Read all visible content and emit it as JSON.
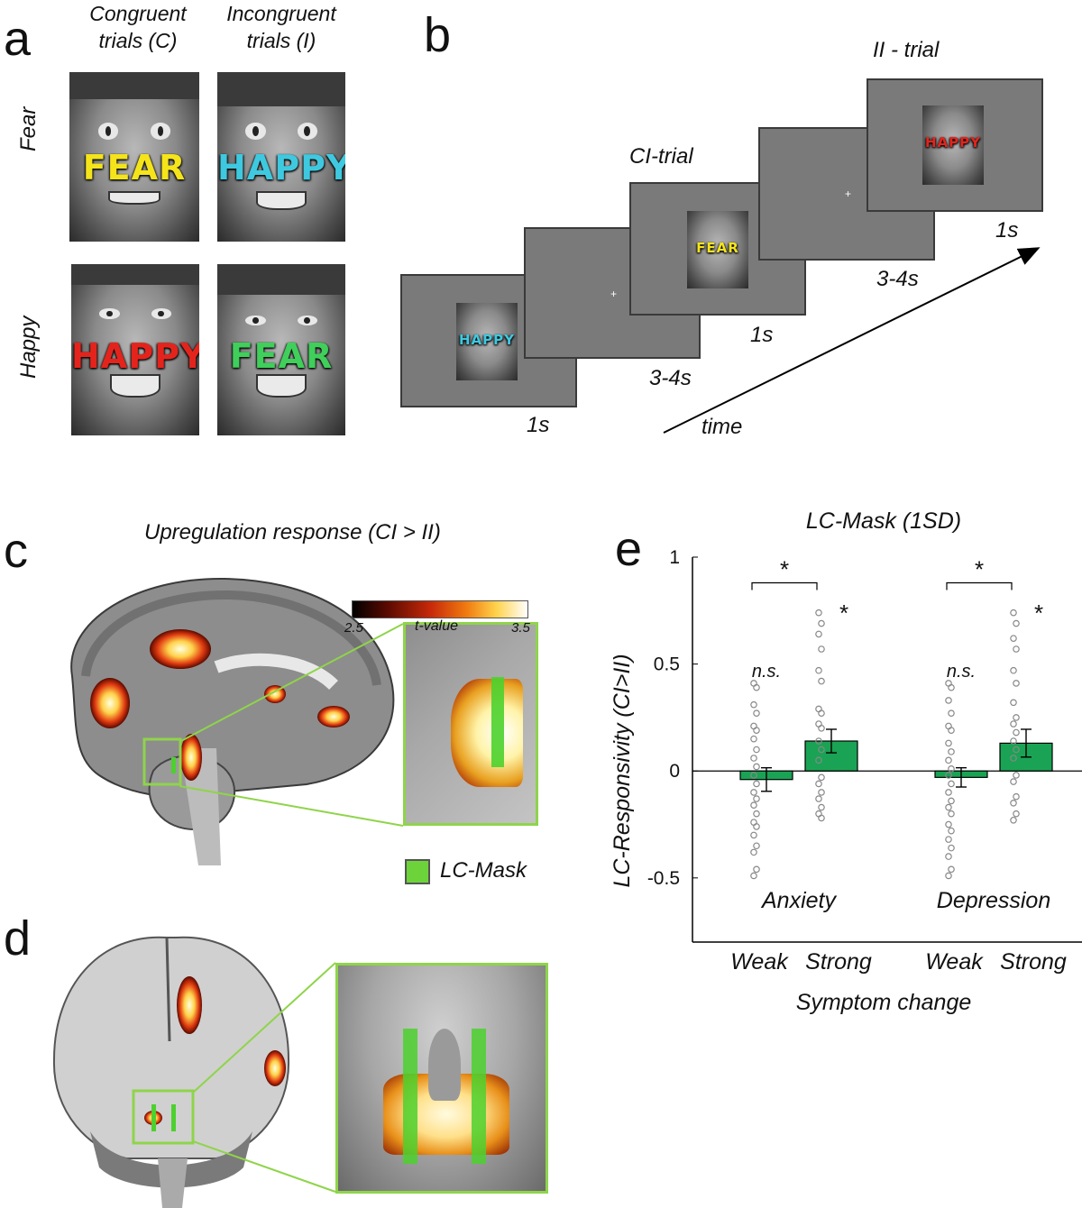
{
  "panel_a": {
    "letter": "a",
    "col_headers": [
      "Congruent trials (C)",
      "Incongruent trials (I)"
    ],
    "row_labels": [
      "Fear",
      "Happy"
    ],
    "stimuli": [
      {
        "word": "FEAR",
        "color": "#f5e41a"
      },
      {
        "word": "HAPPY",
        "color": "#3ec9e0"
      },
      {
        "word": "HAPPY",
        "color": "#e4241c"
      },
      {
        "word": "FEAR",
        "color": "#3fcf5a"
      }
    ]
  },
  "panel_b": {
    "letter": "b",
    "ii_label": "II - trial",
    "ci_label": "CI-trial",
    "durations": [
      "1s",
      "3-4s",
      "1s",
      "3-4s",
      "1s"
    ],
    "time_label": "time",
    "screen_words": [
      {
        "word": "HAPPY",
        "color": "#3ec9e0"
      },
      {
        "word": "FEAR",
        "color": "#f5e41a"
      },
      {
        "word": "HAPPY",
        "color": "#e4241c"
      }
    ]
  },
  "panel_c": {
    "letter": "c",
    "title": "Upregulation response (CI > II)",
    "colorbar_min": "2.5",
    "colorbar_max": "3.5",
    "colorbar_label": "t-value",
    "mask_legend": "LC-Mask"
  },
  "panel_d": {
    "letter": "d"
  },
  "panel_e": {
    "letter": "e"
  },
  "chart_data": {
    "type": "bar",
    "title": "LC-Mask (1SD)",
    "ylabel": "LC-Responsivity (CI>II)",
    "xlabel": "Symptom change",
    "ylim": [
      -0.8,
      1
    ],
    "yticks": [
      -0.5,
      0,
      0.5,
      1
    ],
    "ytick_labels": [
      "-0.5",
      "0",
      "0.5",
      "1"
    ],
    "groups": [
      "Anxiety",
      "Depression"
    ],
    "categories": [
      "Weak",
      "Strong"
    ],
    "bar_color": "#1aa354",
    "series": [
      {
        "group": "Anxiety",
        "category": "Weak",
        "value": -0.04,
        "error": 0.055,
        "annotation": "n.s.",
        "points": [
          0.41,
          0.39,
          0.31,
          0.27,
          0.21,
          0.19,
          0.15,
          0.1,
          0.06,
          0.02,
          -0.02,
          -0.06,
          -0.1,
          -0.13,
          -0.16,
          -0.2,
          -0.24,
          -0.26,
          -0.3,
          -0.35,
          -0.38,
          -0.46,
          -0.49
        ]
      },
      {
        "group": "Anxiety",
        "category": "Strong",
        "value": 0.14,
        "error": 0.055,
        "annotation": "*",
        "points": [
          0.74,
          0.69,
          0.64,
          0.57,
          0.47,
          0.42,
          0.29,
          0.27,
          0.22,
          0.2,
          0.14,
          0.1,
          0.05,
          -0.03,
          -0.06,
          -0.1,
          -0.13,
          -0.17,
          -0.2,
          -0.22
        ]
      },
      {
        "group": "Depression",
        "category": "Weak",
        "value": -0.03,
        "error": 0.045,
        "annotation": "n.s.",
        "points": [
          0.41,
          0.39,
          0.33,
          0.27,
          0.21,
          0.19,
          0.13,
          0.09,
          0.05,
          0.01,
          -0.02,
          -0.06,
          -0.1,
          -0.14,
          -0.17,
          -0.2,
          -0.25,
          -0.28,
          -0.32,
          -0.36,
          -0.4,
          -0.46,
          -0.49
        ]
      },
      {
        "group": "Depression",
        "category": "Strong",
        "value": 0.13,
        "error": 0.065,
        "annotation": "*",
        "points": [
          0.74,
          0.69,
          0.62,
          0.57,
          0.47,
          0.41,
          0.32,
          0.25,
          0.22,
          0.18,
          0.14,
          0.1,
          0.06,
          -0.02,
          -0.05,
          -0.12,
          -0.15,
          -0.2,
          -0.23
        ]
      }
    ],
    "bracket_labels": [
      "*",
      "*"
    ]
  }
}
